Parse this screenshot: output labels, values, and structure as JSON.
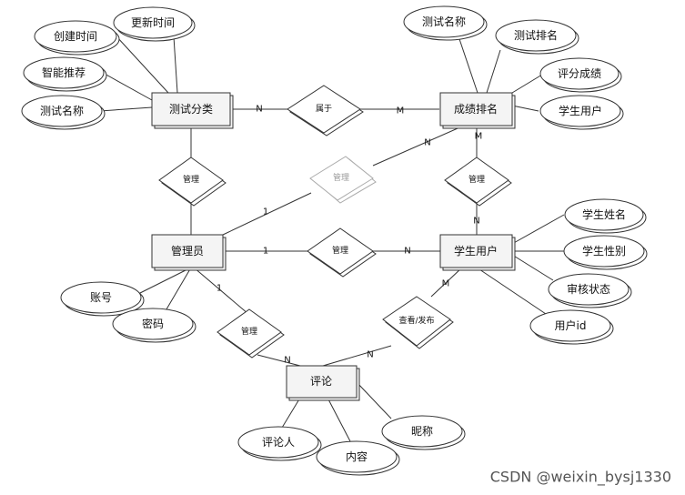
{
  "entities": {
    "test_category": "测试分类",
    "score_ranking": "成绩排名",
    "admin": "管理员",
    "student_user": "学生用户",
    "comment": "评论"
  },
  "relationships": {
    "belongs_to": "属于",
    "manage_category": "管理",
    "manage_ranking": "管理",
    "manage_student": "管理",
    "ranking_student": "管理",
    "manage_comment": "管理",
    "view_post": "查看/发布"
  },
  "attributes": {
    "created_time": "创建时间",
    "updated_time": "更新时间",
    "smart_recommend": "智能推荐",
    "category_test_name": "测试名称",
    "ranking_test_name": "测试名称",
    "ranking_rank": "测试排名",
    "ranking_score": "评分成绩",
    "ranking_student": "学生用户",
    "student_name": "学生姓名",
    "student_gender": "学生性别",
    "review_status": "审核状态",
    "user_id": "用户id",
    "account": "账号",
    "password": "密码",
    "commenter": "评论人",
    "content": "内容",
    "nickname": "昵称"
  },
  "cardinalities": {
    "category_belongs": "N",
    "ranking_belongs": "M",
    "admin_ranking": "1",
    "ranking_admin": "N",
    "ranking_student_top": "M",
    "ranking_student_bottom": "N",
    "admin_student_left": "1",
    "admin_student_right": "N",
    "admin_comment_top": "1",
    "admin_comment_bottom": "N",
    "student_comment_top": "M",
    "student_comment_bottom": "N"
  },
  "watermark": "CSDN @weixin_bysj1330"
}
